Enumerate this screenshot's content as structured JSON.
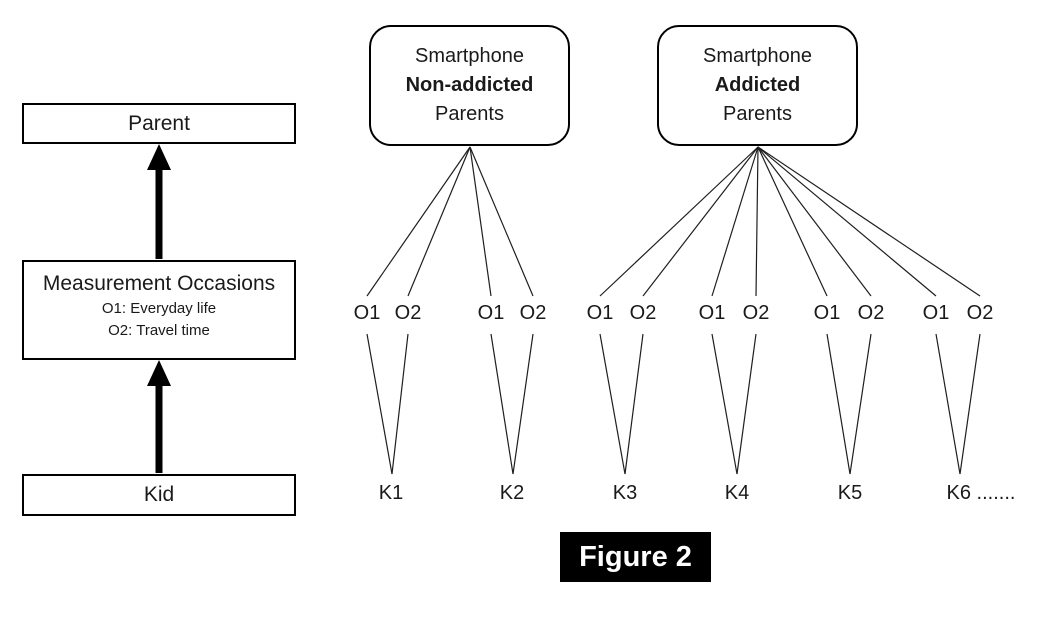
{
  "caption": "Figure 2",
  "colors": {
    "background": "#ffffff",
    "line": "#1f1f1f",
    "box_border": "#000000",
    "arrow": "#000000",
    "caption_bg": "#000000",
    "caption_text": "#ffffff"
  },
  "left_panel": {
    "parent_label": "Parent",
    "measurement": {
      "title": "Measurement Occasions",
      "occasion1": "O1: Everyday life",
      "occasion2": "O2: Travel time"
    },
    "kid_label": "Kid"
  },
  "groups": [
    {
      "title_top": "Smartphone",
      "title_mid": "Non-addicted",
      "title_bottom": "Parents",
      "kids": [
        {
          "label": "K1",
          "occasions": [
            "O1",
            "O2"
          ]
        },
        {
          "label": "K2",
          "occasions": [
            "O1",
            "O2"
          ]
        }
      ]
    },
    {
      "title_top": "Smartphone",
      "title_mid": "Addicted",
      "title_bottom": "Parents",
      "kids": [
        {
          "label": "K3",
          "occasions": [
            "O1",
            "O2"
          ]
        },
        {
          "label": "K4",
          "occasions": [
            "O1",
            "O2"
          ]
        },
        {
          "label": "K5",
          "occasions": [
            "O1",
            "O2"
          ]
        },
        {
          "label": "K6 .......",
          "occasions": [
            "O1",
            "O2"
          ]
        }
      ]
    }
  ]
}
